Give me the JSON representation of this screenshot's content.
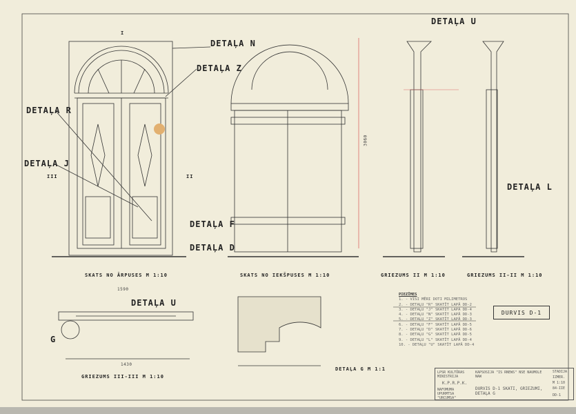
{
  "views": {
    "front": "SKATS NO ĀRPUSES M 1:10",
    "inside": "SKATS NO IEKŠPUSES M 1:10",
    "sec_h": "GRIEZUMS II M 1:10",
    "sec_ii": "GRIEZUMS II-II M 1:10",
    "sec_iii": "GRIEZUMS III-III M 1:10",
    "detail_g": "DETAĻA G M 1:1"
  },
  "detail_labels": {
    "n": "DETAĻA N",
    "z": "DETAĻA Z",
    "r": "DETAĻA R",
    "j": "DETAĻA J",
    "f": "DETAĻA F",
    "d": "DETAĻA D",
    "u_top": "DETAĻA U",
    "l": "DETAĻA L",
    "u_plan": "DETAĻA U",
    "g": "G"
  },
  "section_marks": {
    "i": "I",
    "ii": "II",
    "iii": "III"
  },
  "notes": {
    "heading": "PIEZĪMES",
    "items": [
      "1. - VISI MĒRI DOTI MILIMETROS",
      "2. - DETAĻU \"R\" SKATĪT LAPĀ DD-2",
      "3. - DETAĻU \"J\" SKATĪT LAPĀ DD-4",
      "4. - DETAĻU \"N\" SKATĪT LAPĀ DD-3",
      "5. - DETAĻU \"Z\" SKATĪT LAPĀ DD-3",
      "6. - DETAĻU \"F\" SKATĪT LAPĀ DD-5",
      "7. - DETAĻU \"D\" SKATĪT LAPĀ DD-6",
      "8. - DETAĻU \"G\" SKATĪT LAPĀ DD-5",
      "9. - DETAĻU \"L\" SKATĪT LAPĀ DD-4",
      "10. - DETAĻU \"U\" SKATĪT LAPĀ DD-4"
    ]
  },
  "stamp": "DURVIS D-1",
  "title_block": {
    "org1": "LPSR KULTŪRAS MINISTRIJA",
    "org2": "K.P.R.P.K.",
    "org3": "NAFOMUMA UPURMTSA \"URCUMSA\"",
    "project": "KAPSOSIJA \"IS RNEWS\" NSE NAUMOLE NAW",
    "sheet_title": "DURVIS D-1 SKATI, GRIEZUMI, DETAĻA G",
    "cells": [
      "STADIJA",
      "IZMER.",
      "M 1:10",
      "84-IIE",
      "DD-1"
    ]
  },
  "dims": {
    "w_plan": "1590",
    "h_total": "3060",
    "w_door": "1430"
  }
}
